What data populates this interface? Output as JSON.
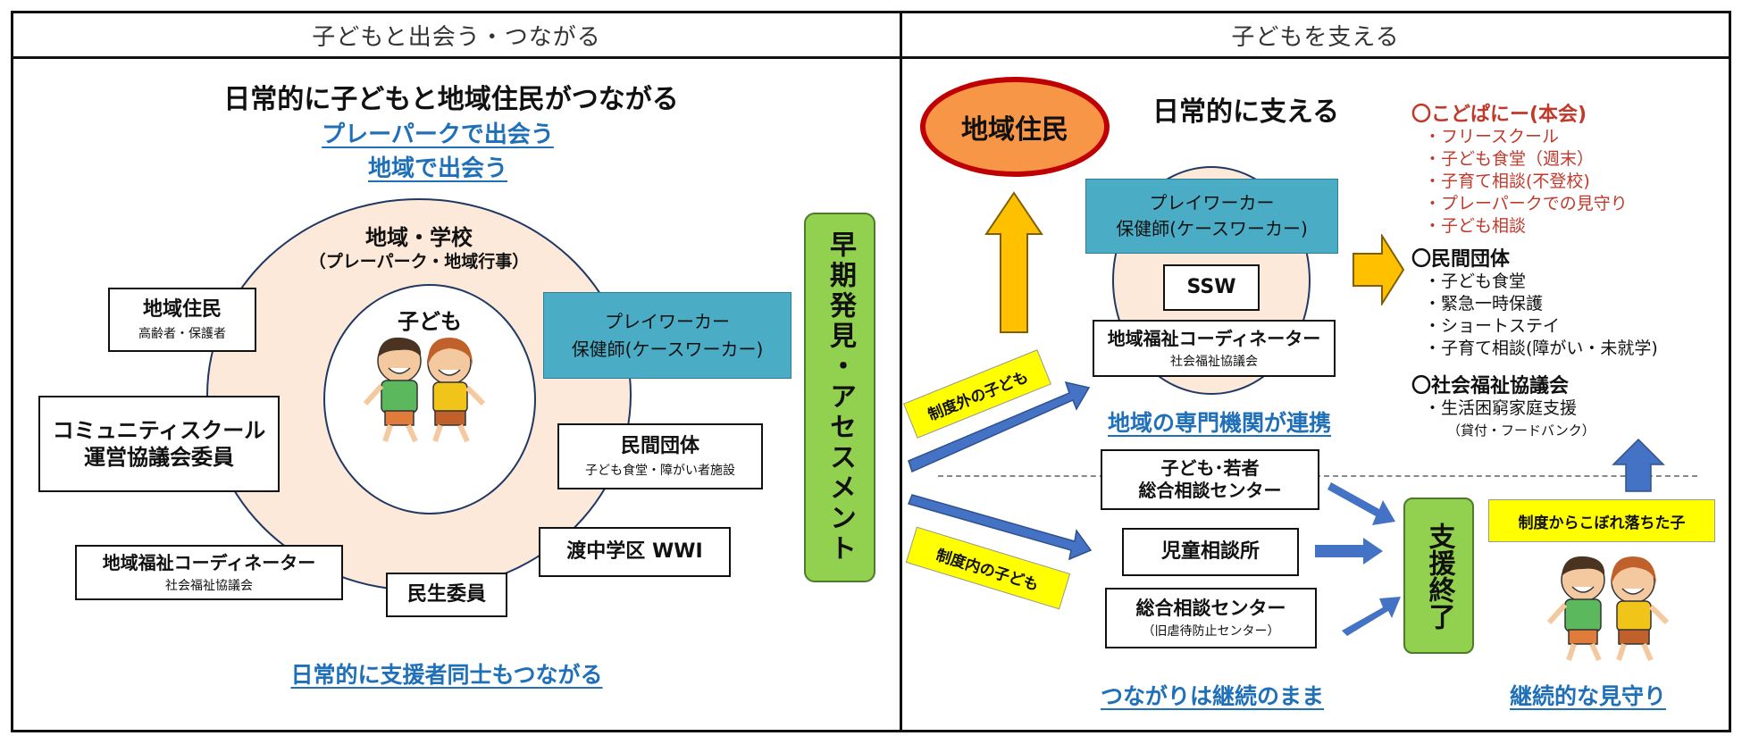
{
  "left": {
    "header": "子どもと出会う・つながる",
    "title": "日常的に子どもと地域住民がつながる",
    "sub1": "プレーパークで出会う",
    "sub2": "地域で出会う",
    "ring_title": "地域・学校",
    "ring_sub": "（プレーパーク・地域行事）",
    "child": "子ども",
    "resident": {
      "title": "地域住民",
      "sub": "高齢者・保護者"
    },
    "community_school": {
      "line1": "コミュニティスクール",
      "line2": "運営協議会委員"
    },
    "welfare_coord": {
      "title": "地域福祉コーディネーター",
      "sub": "社会福祉協議会"
    },
    "minsei": "民生委員",
    "watari": "渡中学区 WWI",
    "private": {
      "title": "民間団体",
      "sub": "子ども食堂・障がい者施設"
    },
    "playworker": {
      "line1": "プレイワーカー",
      "line2": "保健師(ケースワーカー)"
    },
    "bottom": "日常的に支援者同士もつながる",
    "early": "早期発見・アセスメント"
  },
  "right": {
    "header": "子どもを支える",
    "resident_oval": "地域住民",
    "title": "日常的に支える",
    "playworker": {
      "line1": "プレイワーカー",
      "line2": "保健師(ケースワーカー)"
    },
    "ssw": "SSW",
    "welfare_coord": {
      "title": "地域福祉コーディネーター",
      "sub": "社会福祉協議会"
    },
    "link_text": "地域の専門機関が連携",
    "outside_label": "制度外の子ども",
    "inside_label": "制度内の子ども",
    "youth_center": {
      "line1": "子ども･若者",
      "line2": "総合相談センター"
    },
    "jidou": "児童相談所",
    "sougou": {
      "title": "総合相談センター",
      "sub": "（旧虐待防止センター）"
    },
    "end": "支援終了",
    "dropped": "制度からこぼれ落ちた子",
    "continue_text": "つながりは継続のまま",
    "watch_text": "継続的な見守り",
    "kodopany": {
      "head": "〇こどぱにー(本会)",
      "items": [
        "・フリースクール",
        "・子ども食堂（週末）",
        "・子育て相談(不登校)",
        "・プレーパークでの見守り",
        "・子ども相談"
      ]
    },
    "minkan": {
      "head": "〇民間団体",
      "items": [
        "・子ども食堂",
        "・緊急一時保護",
        "・ショートステイ",
        "・子育て相談(障がい・未就学)"
      ]
    },
    "shakyo": {
      "head": "〇社会福祉協議会",
      "items": [
        "・生活困窮家庭支援"
      ],
      "note": "（貸付・フードバンク）"
    }
  },
  "colors": {
    "teal": "#4bacc6",
    "green": "#92d050",
    "yellow": "#ffff00",
    "orange": "#f79646",
    "accent_blue": "#1f70b8",
    "red": "#c0392b",
    "ring": "#fde9d9"
  }
}
